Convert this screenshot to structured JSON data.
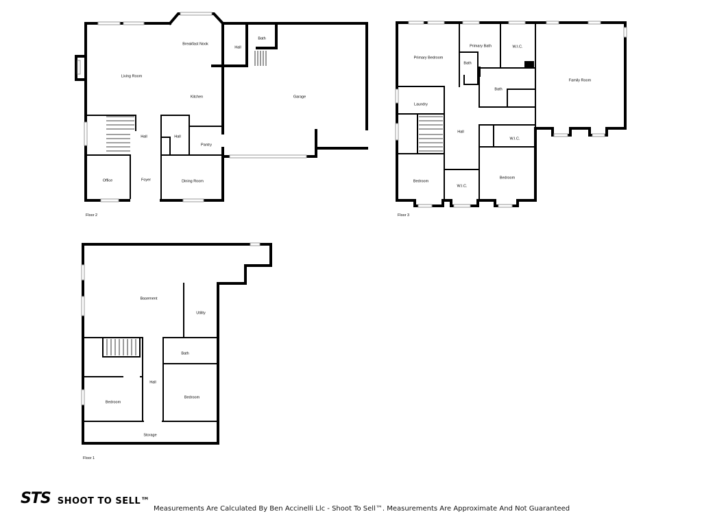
{
  "floors": {
    "floor2": {
      "label": "Floor 2",
      "rooms": {
        "breakfast_nook": "Breakfast Nook",
        "hall_top": "Hall",
        "bath": "Bath",
        "living_room": "Living Room",
        "kitchen": "Kitchen",
        "garage": "Garage",
        "hall_stairs": "Hall",
        "hall_small": "Hall",
        "pantry": "Pantry",
        "office": "Office",
        "foyer": "Foyer",
        "dining_room": "Dining Room"
      }
    },
    "floor3": {
      "label": "Floor 3",
      "rooms": {
        "primary_bedroom": "Primary Bedroom",
        "primary_bath": "Primary Bath",
        "wic_primary": "W.I.C.",
        "bath_small": "Bath",
        "bath": "Bath",
        "family_room": "Family Room",
        "laundry": "Laundry",
        "hall": "Hall",
        "wic_right": "W.I.C.",
        "bedroom_left": "Bedroom",
        "wic_center": "W.I.C.",
        "bedroom_right": "Bedroom"
      }
    },
    "floor1": {
      "label": "Floor 1",
      "rooms": {
        "basement": "Basement",
        "utility": "Utility",
        "bath": "Bath",
        "hall": "Hall",
        "bedroom_left": "Bedroom",
        "bedroom_right": "Bedroom",
        "storage": "Storage"
      }
    }
  },
  "footer": {
    "logo_mark": "STS",
    "logo_text": "SHOOT TO SELL™",
    "disclaimer": "Measurements Are Calculated By Ben Accinelli Llc - Shoot To Sell™. Measurements Are Approximate And Not Guaranteed"
  }
}
